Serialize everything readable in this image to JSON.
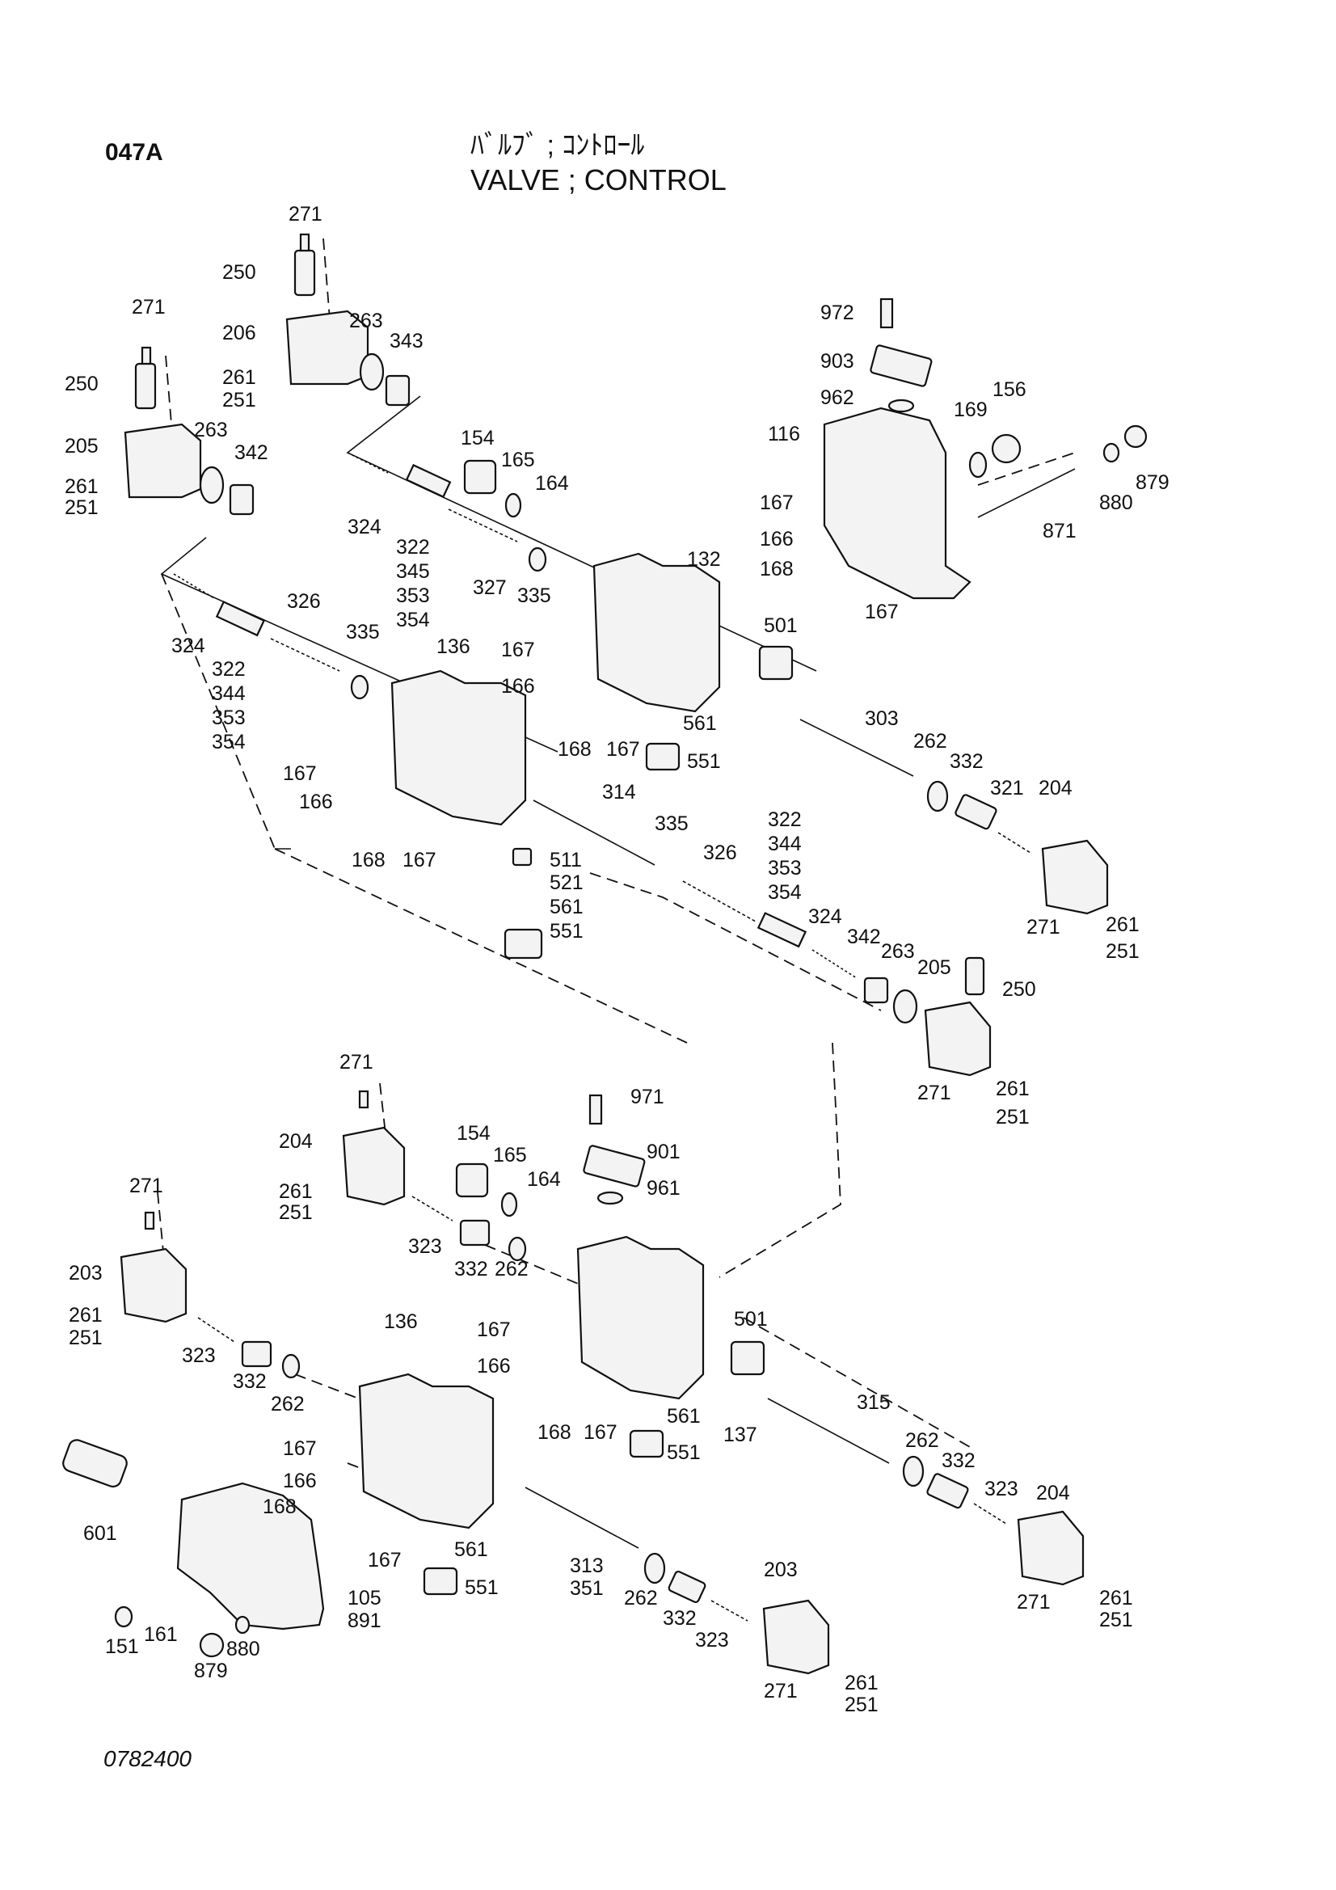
{
  "header": {
    "page_code": "047A",
    "title_jp": "ﾊﾞﾙﾌﾞ ; ｺﾝﾄﾛｰﾙ",
    "title_en": "VALVE ; CONTROL"
  },
  "footer": {
    "drawing_number": "0782400"
  },
  "callouts": [
    {
      "id": "c1",
      "text": "271"
    },
    {
      "id": "c2",
      "text": "250"
    },
    {
      "id": "c3",
      "text": "206"
    },
    {
      "id": "c4",
      "text": "263"
    },
    {
      "id": "c5",
      "text": "343"
    },
    {
      "id": "c6",
      "text": "261"
    },
    {
      "id": "c7",
      "text": "251"
    },
    {
      "id": "c8",
      "text": "271"
    },
    {
      "id": "c9",
      "text": "250"
    },
    {
      "id": "c10",
      "text": "205"
    },
    {
      "id": "c11",
      "text": "263"
    },
    {
      "id": "c12",
      "text": "342"
    },
    {
      "id": "c13",
      "text": "261"
    },
    {
      "id": "c14",
      "text": "251"
    },
    {
      "id": "c15",
      "text": "324"
    },
    {
      "id": "c16",
      "text": "154"
    },
    {
      "id": "c17",
      "text": "165"
    },
    {
      "id": "c18",
      "text": "164"
    },
    {
      "id": "c19",
      "text": "322"
    },
    {
      "id": "c20",
      "text": "345"
    },
    {
      "id": "c21",
      "text": "353"
    },
    {
      "id": "c22",
      "text": "354"
    },
    {
      "id": "c23",
      "text": "327"
    },
    {
      "id": "c24",
      "text": "335"
    },
    {
      "id": "c25",
      "text": "132"
    },
    {
      "id": "c26",
      "text": "972"
    },
    {
      "id": "c27",
      "text": "903"
    },
    {
      "id": "c28",
      "text": "962"
    },
    {
      "id": "c29",
      "text": "156"
    },
    {
      "id": "c30",
      "text": "116"
    },
    {
      "id": "c31",
      "text": "169"
    },
    {
      "id": "c32",
      "text": "879"
    },
    {
      "id": "c33",
      "text": "880"
    },
    {
      "id": "c34",
      "text": "871"
    },
    {
      "id": "c35",
      "text": "167"
    },
    {
      "id": "c36",
      "text": "166"
    },
    {
      "id": "c37",
      "text": "168"
    },
    {
      "id": "c38",
      "text": "167"
    },
    {
      "id": "c39",
      "text": "324"
    },
    {
      "id": "c40",
      "text": "326"
    },
    {
      "id": "c41",
      "text": "335"
    },
    {
      "id": "c42",
      "text": "136"
    },
    {
      "id": "c43",
      "text": "322"
    },
    {
      "id": "c44",
      "text": "344"
    },
    {
      "id": "c45",
      "text": "353"
    },
    {
      "id": "c46",
      "text": "354"
    },
    {
      "id": "c47",
      "text": "167"
    },
    {
      "id": "c48",
      "text": "166"
    },
    {
      "id": "c49",
      "text": "168"
    },
    {
      "id": "c50",
      "text": "167"
    },
    {
      "id": "c51",
      "text": "501"
    },
    {
      "id": "c52",
      "text": "561"
    },
    {
      "id": "c53",
      "text": "551"
    },
    {
      "id": "c54",
      "text": "167"
    },
    {
      "id": "c55",
      "text": "166"
    },
    {
      "id": "c56",
      "text": "168"
    },
    {
      "id": "c57",
      "text": "167"
    },
    {
      "id": "c58",
      "text": "511"
    },
    {
      "id": "c59",
      "text": "521"
    },
    {
      "id": "c60",
      "text": "561"
    },
    {
      "id": "c61",
      "text": "551"
    },
    {
      "id": "c62",
      "text": "314"
    },
    {
      "id": "c63",
      "text": "335"
    },
    {
      "id": "c64",
      "text": "326"
    },
    {
      "id": "c65",
      "text": "322"
    },
    {
      "id": "c66",
      "text": "344"
    },
    {
      "id": "c67",
      "text": "353"
    },
    {
      "id": "c68",
      "text": "354"
    },
    {
      "id": "c69",
      "text": "324"
    },
    {
      "id": "c70",
      "text": "342"
    },
    {
      "id": "c71",
      "text": "263"
    },
    {
      "id": "c72",
      "text": "205"
    },
    {
      "id": "c73",
      "text": "250"
    },
    {
      "id": "c74",
      "text": "271"
    },
    {
      "id": "c75",
      "text": "261"
    },
    {
      "id": "c76",
      "text": "251"
    },
    {
      "id": "c77",
      "text": "303"
    },
    {
      "id": "c78",
      "text": "262"
    },
    {
      "id": "c79",
      "text": "332"
    },
    {
      "id": "c80",
      "text": "321"
    },
    {
      "id": "c81",
      "text": "204"
    },
    {
      "id": "c82",
      "text": "271"
    },
    {
      "id": "c83",
      "text": "261"
    },
    {
      "id": "c84",
      "text": "251"
    },
    {
      "id": "c85",
      "text": "271"
    },
    {
      "id": "c86",
      "text": "204"
    },
    {
      "id": "c87",
      "text": "261"
    },
    {
      "id": "c88",
      "text": "251"
    },
    {
      "id": "c89",
      "text": "154"
    },
    {
      "id": "c90",
      "text": "165"
    },
    {
      "id": "c91",
      "text": "164"
    },
    {
      "id": "c92",
      "text": "323"
    },
    {
      "id": "c93",
      "text": "332"
    },
    {
      "id": "c94",
      "text": "262"
    },
    {
      "id": "c95",
      "text": "971"
    },
    {
      "id": "c96",
      "text": "901"
    },
    {
      "id": "c97",
      "text": "961"
    },
    {
      "id": "c98",
      "text": "271"
    },
    {
      "id": "c99",
      "text": "203"
    },
    {
      "id": "c100",
      "text": "261"
    },
    {
      "id": "c101",
      "text": "251"
    },
    {
      "id": "c102",
      "text": "323"
    },
    {
      "id": "c103",
      "text": "332"
    },
    {
      "id": "c104",
      "text": "262"
    },
    {
      "id": "c105",
      "text": "136"
    },
    {
      "id": "c106",
      "text": "167"
    },
    {
      "id": "c107",
      "text": "166"
    },
    {
      "id": "c108",
      "text": "168"
    },
    {
      "id": "c109",
      "text": "167"
    },
    {
      "id": "c110",
      "text": "501"
    },
    {
      "id": "c111",
      "text": "561"
    },
    {
      "id": "c112",
      "text": "137"
    },
    {
      "id": "c113",
      "text": "551"
    },
    {
      "id": "c114",
      "text": "315"
    },
    {
      "id": "c115",
      "text": "262"
    },
    {
      "id": "c116",
      "text": "332"
    },
    {
      "id": "c117",
      "text": "323"
    },
    {
      "id": "c118",
      "text": "204"
    },
    {
      "id": "c119",
      "text": "271"
    },
    {
      "id": "c120",
      "text": "261"
    },
    {
      "id": "c121",
      "text": "251"
    },
    {
      "id": "c122",
      "text": "601"
    },
    {
      "id": "c123",
      "text": "167"
    },
    {
      "id": "c124",
      "text": "166"
    },
    {
      "id": "c125",
      "text": "168"
    },
    {
      "id": "c126",
      "text": "167"
    },
    {
      "id": "c127",
      "text": "561"
    },
    {
      "id": "c128",
      "text": "551"
    },
    {
      "id": "c129",
      "text": "105"
    },
    {
      "id": "c130",
      "text": "891"
    },
    {
      "id": "c131",
      "text": "151"
    },
    {
      "id": "c132",
      "text": "161"
    },
    {
      "id": "c133",
      "text": "879"
    },
    {
      "id": "c134",
      "text": "880"
    },
    {
      "id": "c135",
      "text": "313"
    },
    {
      "id": "c136",
      "text": "351"
    },
    {
      "id": "c137",
      "text": "262"
    },
    {
      "id": "c138",
      "text": "332"
    },
    {
      "id": "c139",
      "text": "323"
    },
    {
      "id": "c140",
      "text": "203"
    },
    {
      "id": "c141",
      "text": "271"
    },
    {
      "id": "c142",
      "text": "261"
    },
    {
      "id": "c143",
      "text": "251"
    }
  ]
}
